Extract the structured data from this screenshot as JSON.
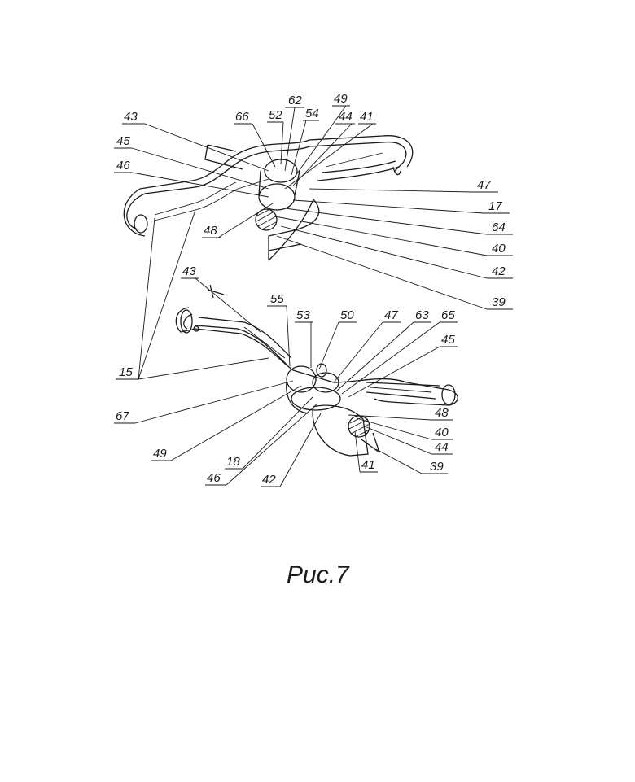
{
  "caption": "Рис.7",
  "figure_top": {
    "labels": [
      "43",
      "66",
      "52",
      "62",
      "54",
      "49",
      "44",
      "41",
      "45",
      "46",
      "47",
      "17",
      "64",
      "48",
      "40",
      "42",
      "39"
    ]
  },
  "figure_bottom": {
    "labels": [
      "43",
      "55",
      "53",
      "50",
      "47",
      "63",
      "65",
      "45",
      "15",
      "67",
      "48",
      "40",
      "44",
      "39",
      "49",
      "18",
      "46",
      "42",
      "41"
    ]
  },
  "shared_label": "15"
}
